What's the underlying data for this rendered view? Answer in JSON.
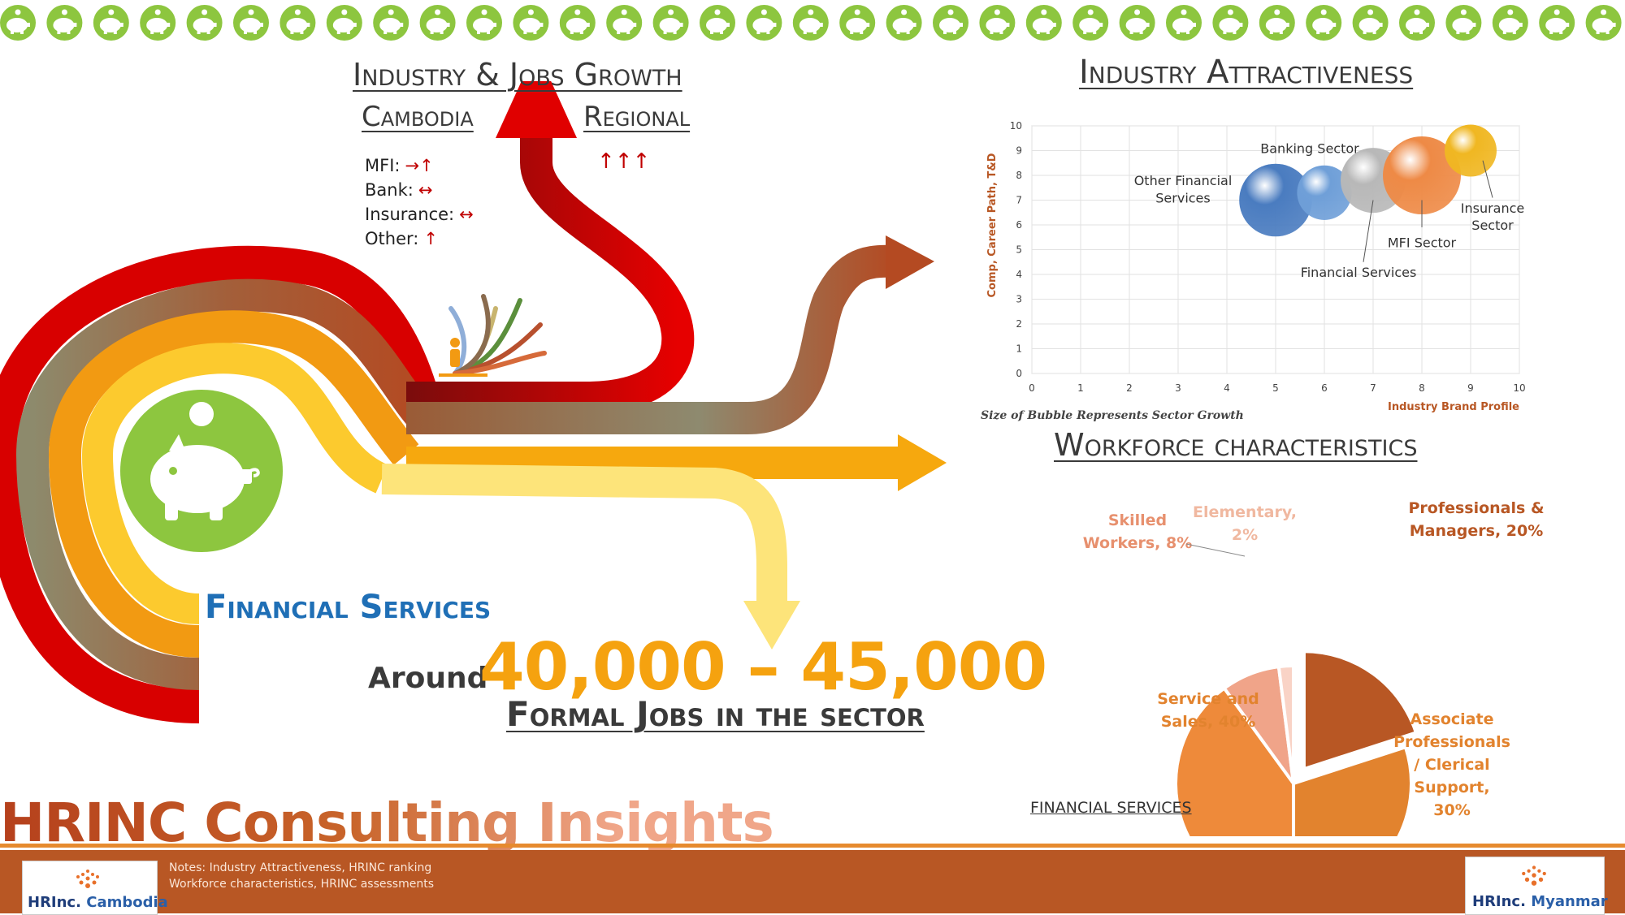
{
  "growth": {
    "title": "Industry & Jobs Growth",
    "cambodia_label": "Cambodia",
    "regional_label": "Regional",
    "regional_arrows": "↑↑↑",
    "items": [
      {
        "label": "MFI:",
        "arrow": "→↑"
      },
      {
        "label": "Bank:",
        "arrow": "↔"
      },
      {
        "label": "Insurance:",
        "arrow": "↔"
      },
      {
        "label": "Other:",
        "arrow": "↑"
      }
    ]
  },
  "financial": {
    "title": "Financial Services",
    "around": "Around",
    "jobs_range": "40,000 – 45,000",
    "jobs_caption": "Formal Jobs in the sector"
  },
  "attractiveness": {
    "title": "Industry Attractiveness",
    "bubble_note": "Size of Bubble Represents Sector Growth"
  },
  "workforce": {
    "title": "Workforce characteristics",
    "caption": "FINANCIAL SERVICES"
  },
  "brand": {
    "insights": "HRINC Consulting Insights",
    "notes_line1": "Notes:  Industry Attractiveness, HRINC ranking",
    "notes_line2": "Workforce characteristics, HRINC assessments",
    "logo_left_a": "HRInc.",
    "logo_left_b": "Cambodia",
    "logo_right_a": "HRInc.",
    "logo_right_b": "Myanmar"
  },
  "colors": {
    "green": "#8dc63f",
    "orange": "#e87d2e",
    "brown": "#b85724",
    "blue": "#1f6fb6",
    "red": "#c00000"
  },
  "chart_data": [
    {
      "type": "scatter",
      "xlabel": "Industry Brand Profile",
      "ylabel": "Comp, Career Path, T&D",
      "xlim": [
        0,
        10
      ],
      "ylim": [
        0,
        10
      ],
      "x_ticks": [
        0,
        1,
        2,
        3,
        4,
        5,
        6,
        7,
        8,
        9,
        10
      ],
      "y_ticks": [
        0,
        1,
        2,
        3,
        4,
        5,
        6,
        7,
        8,
        9,
        10
      ],
      "series": [
        {
          "name": "Other Financial Services",
          "x": 5.0,
          "y": 7.0,
          "size": 1.4,
          "color": "#4a7cc0"
        },
        {
          "name": "Banking Sector",
          "x": 6.0,
          "y": 7.3,
          "size": 1.05,
          "color": "#6f9fd8"
        },
        {
          "name": "Financial Services",
          "x": 7.0,
          "y": 7.8,
          "size": 1.25,
          "color": "#b8b8b8"
        },
        {
          "name": "MFI Sector",
          "x": 8.0,
          "y": 8.0,
          "size": 1.5,
          "color": "#ee8a46"
        },
        {
          "name": "Insurance Sector",
          "x": 9.0,
          "y": 9.0,
          "size": 1.0,
          "color": "#f0b722"
        }
      ],
      "labels": [
        "Banking Sector",
        "Other Financial",
        "Services",
        "Insurance",
        "Sector",
        "MFI Sector",
        "Financial Services"
      ]
    },
    {
      "type": "pie",
      "categories": [
        "Professionals & Managers",
        "Associate Professionals / Clerical Support",
        "Service and Sales",
        "Skilled Workers",
        "Elementary"
      ],
      "values": [
        20,
        30,
        40,
        8,
        2
      ],
      "colors": [
        "#b85724",
        "#e2832e",
        "#ee8a3a",
        "#f0a489",
        "#f9d3c6"
      ],
      "labels": [
        {
          "lines": [
            "Professionals &",
            "Managers, 20%"
          ]
        },
        {
          "lines": [
            "Associate",
            "Professionals",
            "/ Clerical",
            "Support,",
            "30%"
          ]
        },
        {
          "lines": [
            "Service and",
            "Sales, 40%"
          ]
        },
        {
          "lines": [
            "Skilled",
            "Workers, 8%"
          ]
        },
        {
          "lines": [
            "Elementary,",
            "2%"
          ]
        }
      ]
    }
  ]
}
